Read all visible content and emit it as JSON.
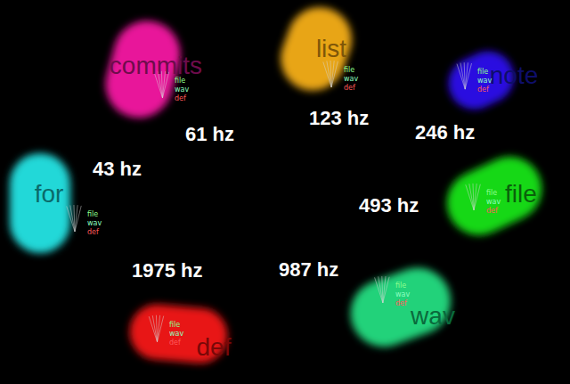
{
  "diagram": {
    "nodes": [
      {
        "text": [
          "commits",
          "file",
          "wav",
          "def"
        ]
      },
      {
        "text": [
          "list",
          "file",
          "wav",
          "def"
        ]
      },
      {
        "text": [
          "note",
          "file",
          "wav",
          "def"
        ]
      },
      {
        "text": [
          "for",
          "file",
          "wav",
          "def"
        ]
      },
      {
        "text": [
          "file",
          "file",
          "wav",
          "def"
        ]
      },
      {
        "text": [
          "wav",
          "file",
          "wav",
          "def"
        ]
      },
      {
        "text": [
          "def",
          "file",
          "wav",
          "def"
        ]
      }
    ],
    "labels": [
      "61 hz",
      "123 hz",
      "246 hz",
      "43 hz",
      "493 hz",
      "1975 hz",
      "987 hz"
    ]
  }
}
